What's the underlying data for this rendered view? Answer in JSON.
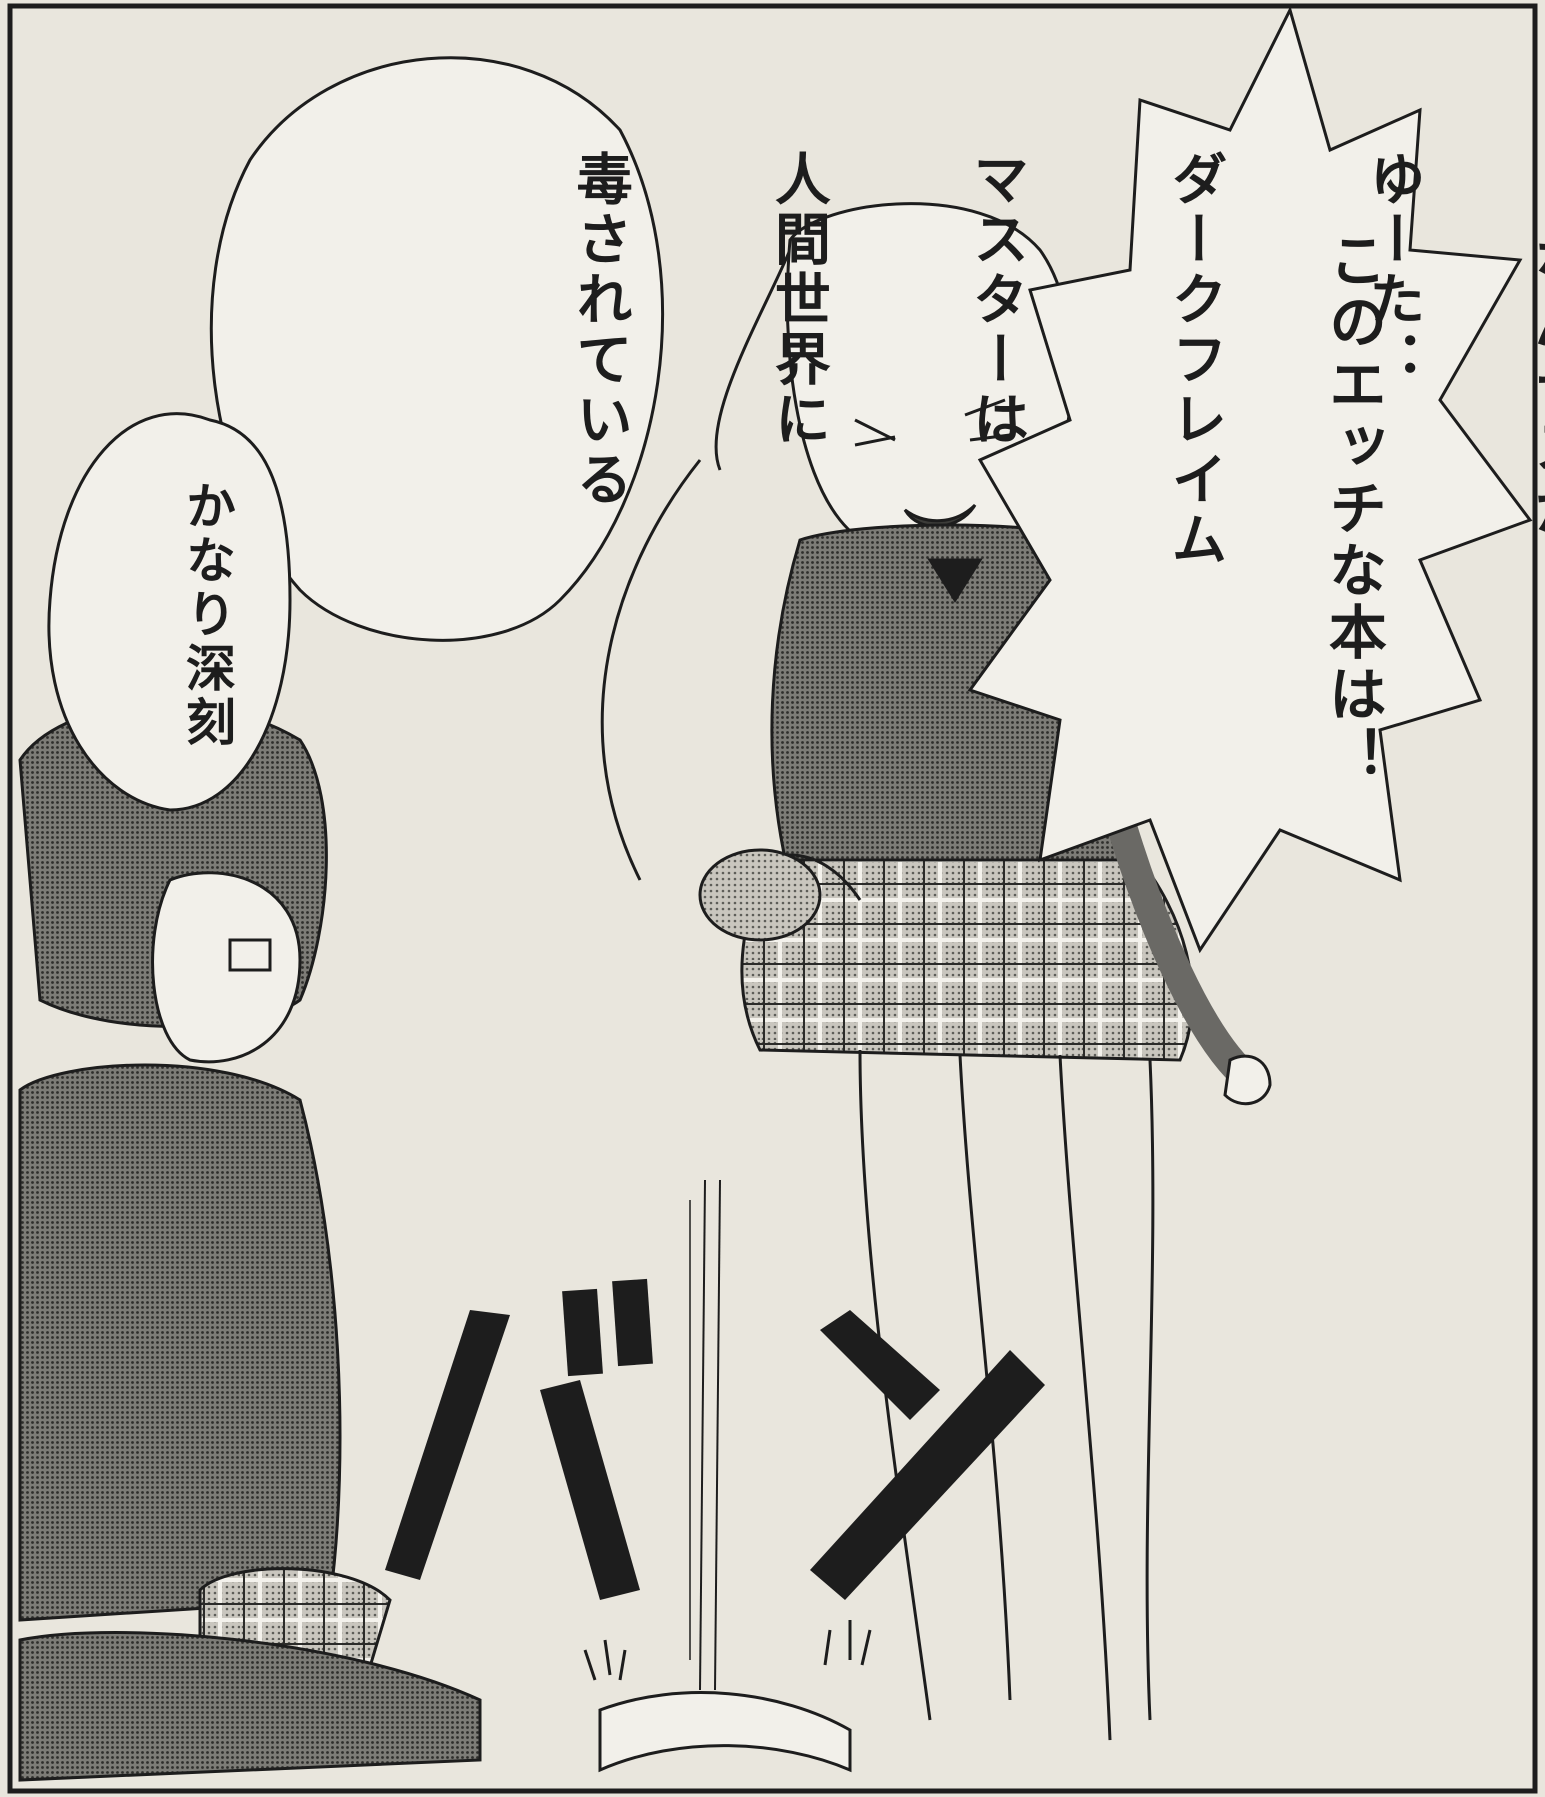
{
  "panel": {
    "speech_right": {
      "lines": [
        "なんデスか！",
        "このエッチな本は！"
      ]
    },
    "speech_left_top": {
      "lines": [
        "ゆーた：",
        "ダークフレイム",
        "マスターは",
        "人間世界に",
        "毒されている"
      ]
    },
    "speech_left_bottom": {
      "lines": [
        "かなり深刻"
      ]
    },
    "sound_effect": "バン",
    "colors": {
      "paper": "#e9e6dd",
      "ink": "#1d1d1d",
      "screentone": "#8a8a85"
    }
  }
}
